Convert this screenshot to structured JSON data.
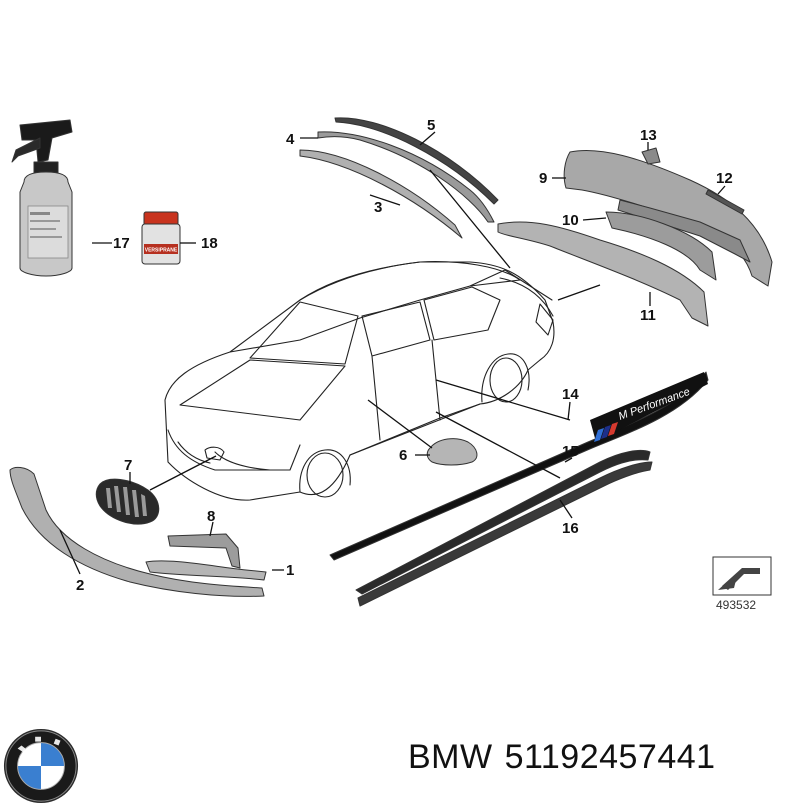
{
  "callouts": [
    "1",
    "2",
    "3",
    "4",
    "5",
    "6",
    "7",
    "8",
    "9",
    "10",
    "11",
    "12",
    "13",
    "14",
    "15",
    "16",
    "17",
    "18"
  ],
  "bottle_label": "M Performance",
  "jar_label": "VERSIPRANE",
  "reference_number": "493532",
  "caption": {
    "brand": "BMW",
    "part_number": "51192457441"
  },
  "colors": {
    "part_fill": "#b5b5b5",
    "part_dark": "#7a7a7a",
    "stripe_black": "#111111",
    "line": "#222222"
  }
}
